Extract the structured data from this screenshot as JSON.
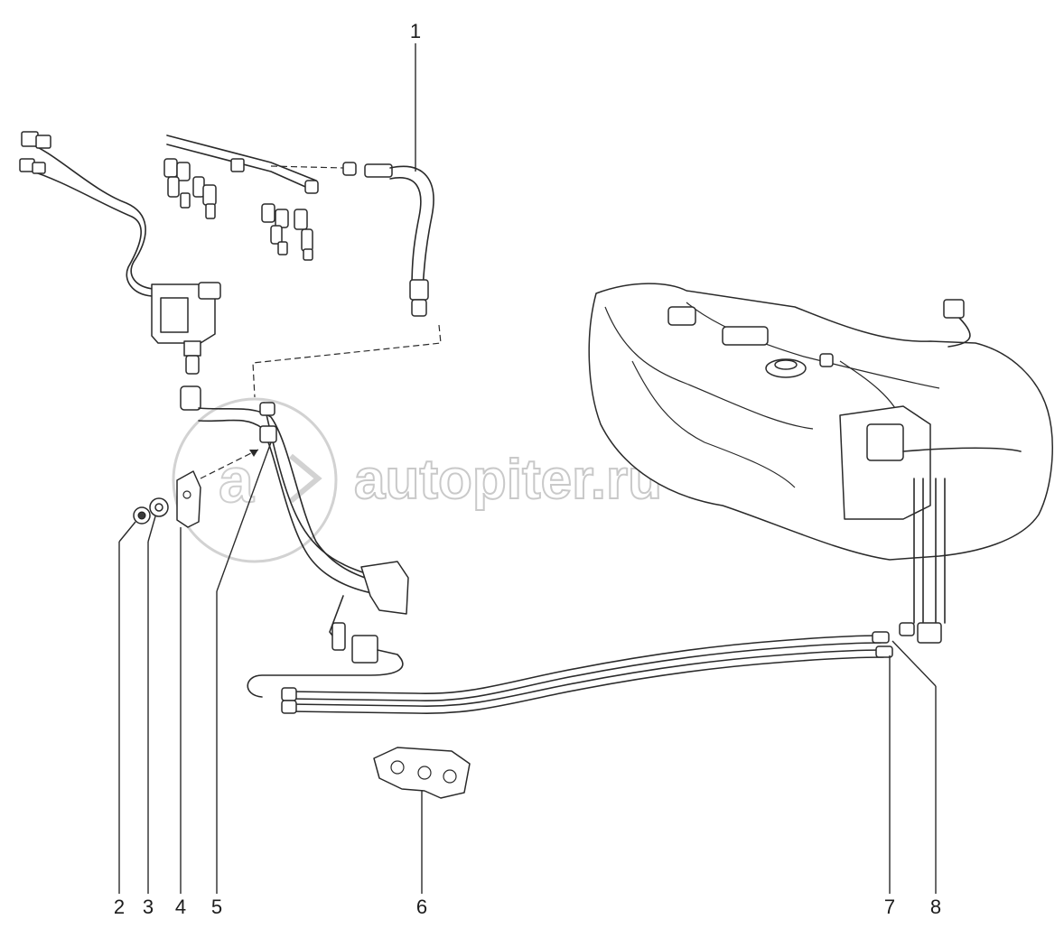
{
  "watermark": {
    "text": "autopiter.ru",
    "logo": "autopiter-logo"
  },
  "callouts": [
    {
      "id": "c1",
      "label": "1"
    },
    {
      "id": "c2",
      "label": "2"
    },
    {
      "id": "c3",
      "label": "3"
    },
    {
      "id": "c4",
      "label": "4"
    },
    {
      "id": "c5",
      "label": "5"
    },
    {
      "id": "c6",
      "label": "6"
    },
    {
      "id": "c7",
      "label": "7"
    },
    {
      "id": "c8",
      "label": "8"
    }
  ]
}
